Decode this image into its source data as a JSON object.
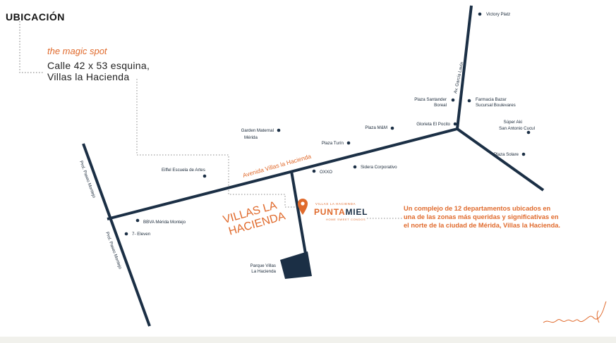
{
  "header": {
    "title": "UBICACIÓN"
  },
  "location": {
    "tagline": "the magic spot",
    "address_line1": "Calle 42 x 53 esquina,",
    "address_line2": "Villas la Hacienda"
  },
  "project": {
    "neighborhood_label_line1": "VILLAS LA",
    "neighborhood_label_line2": "HACIENDA",
    "logo_top": "VILLAS LA HACIENDA",
    "logo_main_part1": "PUNTA",
    "logo_main_part2": "MIEL",
    "logo_sub": "HOME SWEET CONDOS",
    "description_lines": [
      "Un complejo de 12 departamentos ubicados en",
      "una de las zonas más queridas y significativas en",
      "el norte de la ciudad de Mérida, Villas la Hacienda."
    ]
  },
  "streets": {
    "av_villas": "Avenida Villas la Hacienda",
    "av_garcia": "Av. García Lavín",
    "prol_montejo_upper": "Prol. Paseo Montejo",
    "prol_montejo_lower": "Prol. Paseo Montejo"
  },
  "landmarks": {
    "victory_platz": "Victory Platz",
    "plaza_santander_1": "Plaza Santander",
    "plaza_santander_2": "Boreal",
    "farmacia_1": "Farmacia Bazar",
    "farmacia_2": "Sucursal Boulevares",
    "super_aki_1": "Súper Aki",
    "super_aki_2": "San Antonio Cucul",
    "plaza_solare": "Plaza Solare",
    "glorieta": "Glorieta El Pocito",
    "plaza_mm": "Plaza M&M",
    "garden_1": "Garden Maternal",
    "garden_2": "Mérida",
    "plaza_turin": "Plaza Turín",
    "sidera": "Sidera Corporativo",
    "oxxo": "OXXO",
    "eiffel": "Eiffel Escuela de Artes",
    "bbva": "BBVA Mérida Montejo",
    "seven": "7- Eleven",
    "parque_1": "Parque Villas",
    "parque_2": "La Hacienda"
  },
  "colors": {
    "road": "#1b2f45",
    "accent": "#e06a2c",
    "text": "#1b2a3a"
  },
  "icons": {
    "pin": "map-pin-icon",
    "signature": "signature-logo-icon"
  }
}
